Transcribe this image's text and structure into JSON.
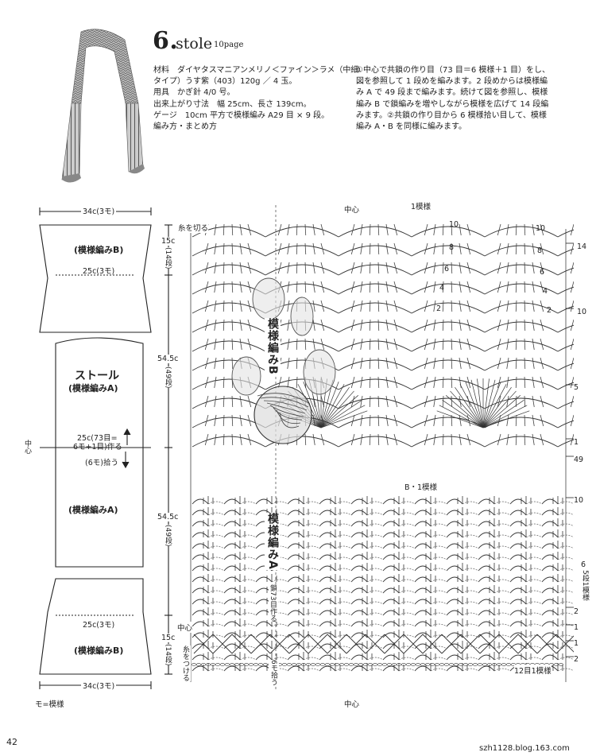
{
  "header": {
    "number": "6.",
    "name": "stole",
    "page_ref": "10page"
  },
  "materials": [
    "材料　ダイヤタスマニアンメリノ＜ファイン＞ラメ（中細",
    "タイプ）うす紫（403）120g ／ 4 玉。",
    "用具　かぎ針 4/0 号。",
    "出来上がり寸法　幅 25cm、長さ 139cm。",
    "ゲージ　10cm 平方で模様編み A29 目 × 9 段。",
    "編み方・まとめ方"
  ],
  "instructions": [
    "①中心で共鎖の作り目（73 目＝6 模様＋1 目）をし、",
    "図を参照して 1 段めを編みます。2 段めからは模様編",
    "み A で 49 段まで編みます。続けて図を参照し、模様",
    "編み B で鎖編みを増やしながら模様を広げて 14 段編",
    "みます。②共鎖の作り目から 6 模様拾い目して、模様",
    "編み A・B を同様に編みます。"
  ],
  "schematic": {
    "top_width": "34c(3モ)",
    "bottom_width": "34c(3モ)",
    "top_section": "(模様編みB)",
    "bottom_section": "(模様編みB)",
    "inner_width_top": "25c(3モ)",
    "inner_width_bottom": "25c(3モ)",
    "main_title": "ストール",
    "upper_pattern": "(模様編みA)",
    "lower_pattern": "(模様編みA)",
    "center_cast_on": "25c(73目=",
    "center_cast_on2": "6モ+1目)作る",
    "pickup": "(6モ)拾う",
    "center_label": "中心",
    "h_top": "15c",
    "h_top_rows": "(14段)",
    "h_mid": "54.5c",
    "h_mid_rows": "(49段)",
    "h_mid2": "54.5c",
    "h_mid2_rows": "(49段)",
    "h_bottom": "15c",
    "h_bottom_rows": "(14段)",
    "legend": "モ=模様"
  },
  "chart": {
    "center_top": "中心",
    "repeat": "1模様",
    "cut_yarn": "糸を切る",
    "pattern_b": "模様編みB",
    "pattern_a": "模様編みA",
    "b_repeat": "B・1模様",
    "chain_note": "鎖73目作る",
    "pickup_note": "6モ拾う",
    "attach_yarn": "糸をつける",
    "center_left": "中心",
    "center_bottom": "中心",
    "twelve": "12目1模様",
    "a_repeat_rows": "5段1模様",
    "a_repeat_6": "6",
    "row_14": "14",
    "row_10a": "10",
    "row_5": "5",
    "row_1a": "1",
    "row_49": "49",
    "row_10b": "10",
    "row_2": "2",
    "row_1b": "1",
    "row_1c": "1",
    "row_2b": "2",
    "inner_10a": "10",
    "inner_10b": "10",
    "inner_8a": "8",
    "inner_8b": "8",
    "inner_6a": "6",
    "inner_6b": "6",
    "inner_4a": "4",
    "inner_4b": "4",
    "inner_2a": "2",
    "inner_2b": "2"
  },
  "footer": {
    "page": "42",
    "url": "szh1128.blog.163.com"
  }
}
